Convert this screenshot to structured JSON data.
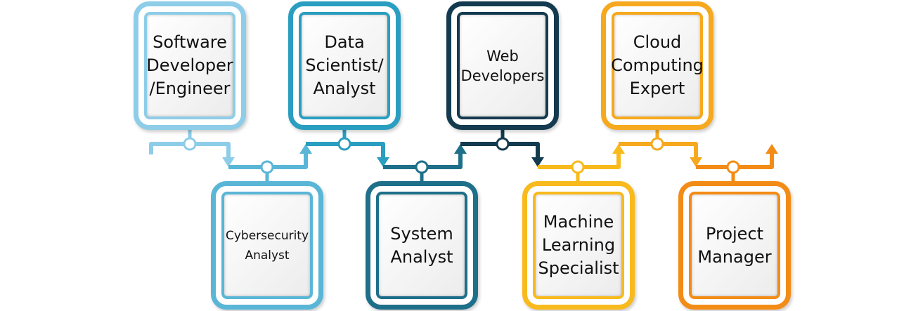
{
  "roles": [
    {
      "label": "Software Developer /Engineer",
      "color": "#8ecde8"
    },
    {
      "label": "Cybersecurity Analyst",
      "color": "#5ab6d6"
    },
    {
      "label": "Data Scientist/ Analyst",
      "color": "#2a9ec0"
    },
    {
      "label": "System Analyst",
      "color": "#1e6f8a"
    },
    {
      "label": "Web Developers",
      "color": "#143a4f"
    },
    {
      "label": "Machine Learning Specialist",
      "color": "#f8ba1c"
    },
    {
      "label": "Cloud Computing Expert",
      "color": "#f6a91e"
    },
    {
      "label": "Project Manager",
      "color": "#f38c16"
    }
  ]
}
